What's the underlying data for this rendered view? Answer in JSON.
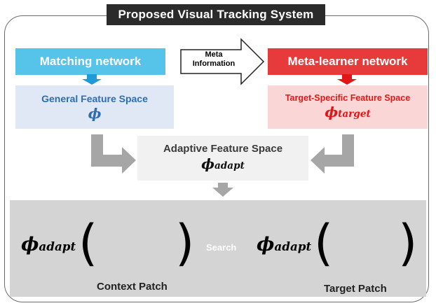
{
  "title": "Proposed Visual Tracking System",
  "matching_network": {
    "label": "Matching network",
    "color": "#56c3e8"
  },
  "meta_learner": {
    "label": "Meta-learner network",
    "color": "#e73a3a"
  },
  "meta_information": {
    "line1": "Meta",
    "line2": "Information"
  },
  "general_space": {
    "label": "General Feature Space",
    "symbol": "ϕ",
    "color": "#2e6db4"
  },
  "target_space": {
    "label": "Target-Specific Feature Space",
    "symbol": "ϕ",
    "subscript": "target",
    "color": "#e21616"
  },
  "adaptive_space": {
    "label": "Adaptive Feature Space",
    "symbol": "ϕ",
    "subscript": "adapt"
  },
  "search_panel": {
    "context_symbol": "ϕ",
    "context_subscript": "adapt",
    "target_symbol": "ϕ",
    "target_subscript": "adapt",
    "open_paren": "(",
    "close_paren": ")",
    "search_label": "Search",
    "context_label": "Context Patch",
    "target_label": "Target Patch"
  }
}
